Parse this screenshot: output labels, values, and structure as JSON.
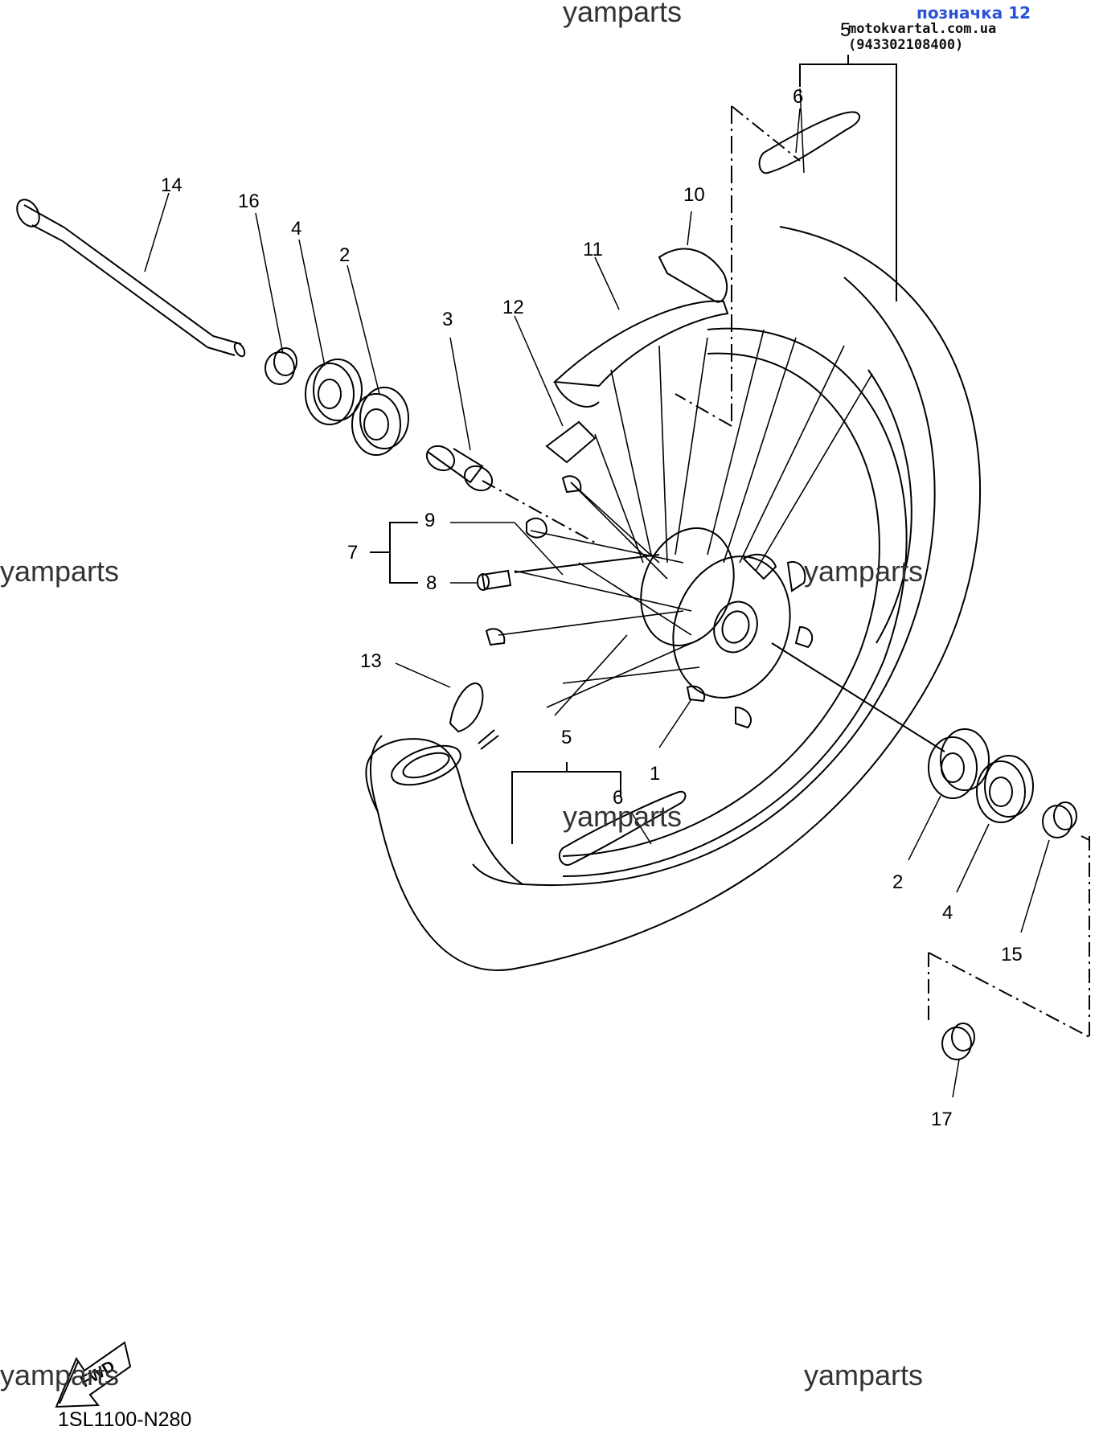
{
  "header": {
    "label": "позначка 12",
    "site": "motokvartal.com.ua (943302108400)"
  },
  "watermarks": [
    "yamparts",
    "yamparts",
    "yamparts",
    "yamparts",
    "yamparts",
    "yamparts"
  ],
  "diagram_code": "1SL1100-N280",
  "fwd_label": "FWD",
  "callouts": [
    "1",
    "2",
    "2",
    "3",
    "4",
    "4",
    "5",
    "5",
    "6",
    "6",
    "7",
    "8",
    "9",
    "10",
    "11",
    "12",
    "13",
    "14",
    "15",
    "16",
    "17"
  ]
}
